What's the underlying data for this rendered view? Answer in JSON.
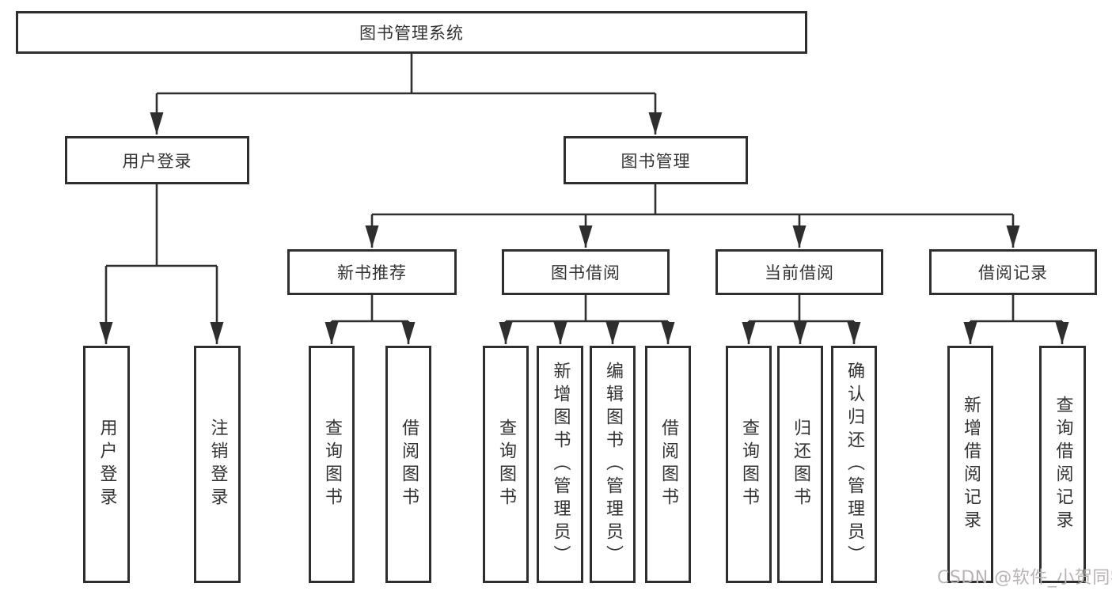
{
  "diagram": {
    "root": {
      "label": "图书管理系统"
    },
    "branches": [
      {
        "label": "用户登录",
        "children": [
          {
            "label": "用户登录"
          },
          {
            "label": "注销登录"
          }
        ]
      },
      {
        "label": "图书管理",
        "children": [
          {
            "label": "新书推荐",
            "children": [
              {
                "label": "查询图书"
              },
              {
                "label": "借阅图书"
              }
            ]
          },
          {
            "label": "图书借阅",
            "children": [
              {
                "label": "查询图书"
              },
              {
                "label": "新增图书（管理员）"
              },
              {
                "label": "编辑图书（管理员）"
              },
              {
                "label": "借阅图书"
              }
            ]
          },
          {
            "label": "当前借阅",
            "children": [
              {
                "label": "查询图书"
              },
              {
                "label": "归还图书"
              },
              {
                "label": "确认归还（管理员）"
              }
            ]
          },
          {
            "label": "借阅记录",
            "children": [
              {
                "label": "新增借阅记录"
              },
              {
                "label": "查询借阅记录"
              }
            ]
          }
        ]
      }
    ],
    "watermark": "CSDN @软件_小贺同学",
    "colors": {
      "line": "#2f2f2f",
      "box_border": "#2e2e2e",
      "text": "#333333",
      "background": "#ffffff",
      "watermark": "#b9b3b3"
    }
  }
}
